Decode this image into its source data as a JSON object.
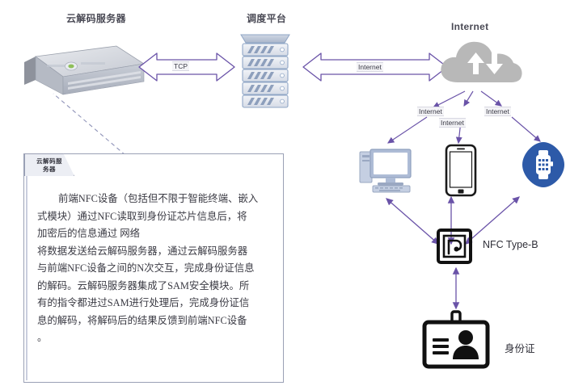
{
  "diagram": {
    "title_nodes": {
      "cloud_decode_server": "云解码服务器",
      "dispatch_platform": "调度平台",
      "internet": "Internet"
    },
    "edges": [
      {
        "id": "server-to-platform",
        "label": "TCP",
        "style": "hollow-double-arrow"
      },
      {
        "id": "platform-to-internet",
        "label": "Internet",
        "style": "hollow-double-arrow"
      },
      {
        "id": "internet-to-pc",
        "label": "Internet",
        "style": "thin-arrow"
      },
      {
        "id": "internet-to-phone",
        "label": "Internet",
        "style": "thin-arrow"
      },
      {
        "id": "internet-to-watch",
        "label": "Internet",
        "style": "thin-arrow"
      }
    ],
    "devices": [
      {
        "id": "desktop",
        "icon": "desktop-computer-icon",
        "color": "#b9c4da"
      },
      {
        "id": "smartphone",
        "icon": "smartphone-icon",
        "color": "#1a1a1a"
      },
      {
        "id": "smartwatch",
        "icon": "smartwatch-icon",
        "color": "#2d5aa8"
      }
    ],
    "nfc": {
      "icon": "nfc-tag-icon",
      "label": "NFC Type-B"
    },
    "idcard": {
      "icon": "id-card-icon",
      "label": "身份证"
    },
    "callout": {
      "tab_line1": "云解码服",
      "tab_line2": "务器",
      "paragraph_lines": [
        "前端NFC设备（包括但不限于智能终端、嵌入",
        "式模块）通过NFC读取到身份证芯片信息后，将",
        "加密后的信息通过 网络",
        "将数据发送给云解码服务器，通过云解码服务器",
        "与前端NFC设备之间的N次交互，完成身份证信息",
        "的解码。云解码服务器集成了SAM安全模块。所",
        "有的指令都进过SAM进行处理后，完成身份证信",
        "息的解码，将解码后的结果反馈到前端NFC设备",
        "。"
      ]
    },
    "colors": {
      "arrow_purple": "#6a53a8",
      "cloud_gray": "#b5b5b5",
      "rack_blue": "#8fa6c6",
      "watch_blue": "#2d5aa8",
      "device_gray": "#b9c4da",
      "text_dark": "#3b3b44"
    }
  }
}
